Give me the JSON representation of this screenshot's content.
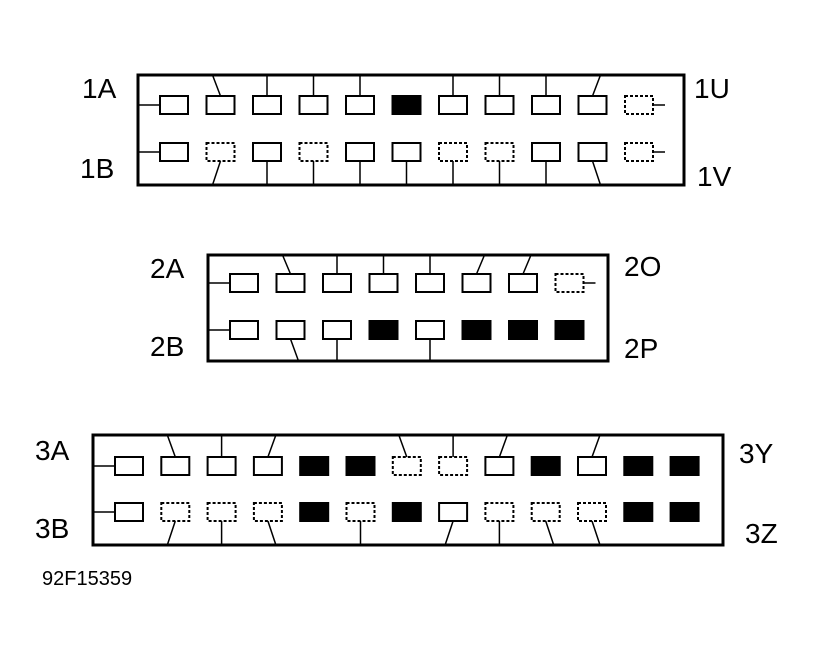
{
  "colors": {
    "line": "#000000",
    "background": "#ffffff",
    "filled_cavity": "#000000",
    "empty_cavity": "#ffffff"
  },
  "connectors": [
    {
      "id": "connector-1",
      "labels": {
        "top_left": "1A",
        "bottom_left": "1B",
        "top_right": "1U",
        "bottom_right": "1V"
      },
      "rows": [
        [
          {
            "filled": false,
            "wire": "left"
          },
          {
            "filled": false,
            "wire": "slant-left"
          },
          {
            "filled": false,
            "wire": "straight"
          },
          {
            "filled": false,
            "wire": "straight"
          },
          {
            "filled": false,
            "wire": "straight"
          },
          {
            "filled": true,
            "wire": "none"
          },
          {
            "filled": false,
            "wire": "straight"
          },
          {
            "filled": false,
            "wire": "straight"
          },
          {
            "filled": false,
            "wire": "straight"
          },
          {
            "filled": false,
            "wire": "slant-right"
          },
          {
            "filled": false,
            "wire": "right",
            "dashed": true
          }
        ],
        [
          {
            "filled": false,
            "wire": "left"
          },
          {
            "filled": false,
            "wire": "slant-left",
            "dashed": true
          },
          {
            "filled": false,
            "wire": "straight"
          },
          {
            "filled": false,
            "wire": "straight",
            "dashed": true
          },
          {
            "filled": false,
            "wire": "straight"
          },
          {
            "filled": false,
            "wire": "straight"
          },
          {
            "filled": false,
            "wire": "straight",
            "dashed": true
          },
          {
            "filled": false,
            "wire": "straight",
            "dashed": true
          },
          {
            "filled": false,
            "wire": "straight"
          },
          {
            "filled": false,
            "wire": "slant-right"
          },
          {
            "filled": false,
            "wire": "right",
            "dashed": true
          }
        ]
      ]
    },
    {
      "id": "connector-2",
      "labels": {
        "top_left": "2A",
        "bottom_left": "2B",
        "top_right": "2O",
        "bottom_right": "2P"
      },
      "rows": [
        [
          {
            "filled": false,
            "wire": "left"
          },
          {
            "filled": false,
            "wire": "slant-left"
          },
          {
            "filled": false,
            "wire": "straight"
          },
          {
            "filled": false,
            "wire": "straight"
          },
          {
            "filled": false,
            "wire": "straight"
          },
          {
            "filled": false,
            "wire": "slant-right"
          },
          {
            "filled": false,
            "wire": "slant-right"
          },
          {
            "filled": false,
            "wire": "right",
            "dashed": true
          }
        ],
        [
          {
            "filled": false,
            "wire": "left"
          },
          {
            "filled": false,
            "wire": "slant-right"
          },
          {
            "filled": false,
            "wire": "straight"
          },
          {
            "filled": true,
            "wire": "none"
          },
          {
            "filled": false,
            "wire": "straight"
          },
          {
            "filled": true,
            "wire": "none"
          },
          {
            "filled": true,
            "wire": "none"
          },
          {
            "filled": true,
            "wire": "none"
          }
        ]
      ]
    },
    {
      "id": "connector-3",
      "labels": {
        "top_left": "3A",
        "bottom_left": "3B",
        "top_right": "3Y",
        "bottom_right": "3Z"
      },
      "rows": [
        [
          {
            "filled": false,
            "wire": "left"
          },
          {
            "filled": false,
            "wire": "slant-left"
          },
          {
            "filled": false,
            "wire": "straight"
          },
          {
            "filled": false,
            "wire": "slant-right"
          },
          {
            "filled": true,
            "wire": "none"
          },
          {
            "filled": true,
            "wire": "none"
          },
          {
            "filled": false,
            "wire": "slant-left",
            "dashed": true
          },
          {
            "filled": false,
            "wire": "straight",
            "dashed": true
          },
          {
            "filled": false,
            "wire": "slant-right"
          },
          {
            "filled": true,
            "wire": "none"
          },
          {
            "filled": false,
            "wire": "slant-right"
          },
          {
            "filled": true,
            "wire": "none"
          },
          {
            "filled": true,
            "wire": "none"
          }
        ],
        [
          {
            "filled": false,
            "wire": "left"
          },
          {
            "filled": false,
            "wire": "slant-left",
            "dashed": true
          },
          {
            "filled": false,
            "wire": "straight",
            "dashed": true
          },
          {
            "filled": false,
            "wire": "slant-right",
            "dashed": true
          },
          {
            "filled": true,
            "wire": "none"
          },
          {
            "filled": false,
            "wire": "straight",
            "dashed": true
          },
          {
            "filled": true,
            "wire": "none"
          },
          {
            "filled": false,
            "wire": "slant-left"
          },
          {
            "filled": false,
            "wire": "straight",
            "dashed": true
          },
          {
            "filled": false,
            "wire": "slant-right",
            "dashed": true
          },
          {
            "filled": false,
            "wire": "slant-right",
            "dashed": true
          },
          {
            "filled": true,
            "wire": "none"
          },
          {
            "filled": true,
            "wire": "none"
          }
        ]
      ]
    }
  ],
  "figure_id": "92F15359"
}
